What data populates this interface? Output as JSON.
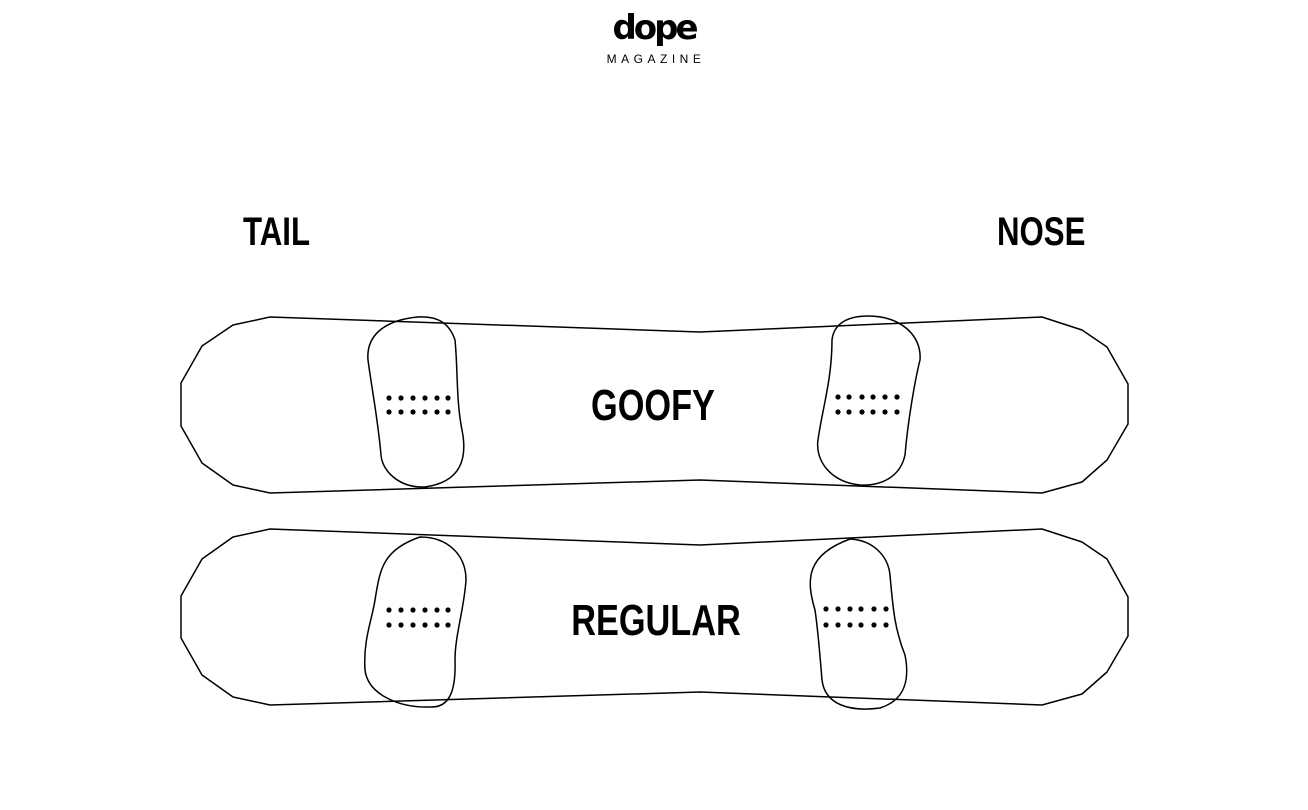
{
  "header": {
    "logo_text": "dope",
    "subtitle": "MAGAZINE"
  },
  "labels": {
    "tail": "TAIL",
    "nose": "NOSE"
  },
  "boards": [
    {
      "stance": "GOOFY",
      "inserts_per_binding": 12,
      "insert_rows": 2,
      "insert_cols": 6
    },
    {
      "stance": "REGULAR",
      "inserts_per_binding": 12,
      "insert_rows": 2,
      "insert_cols": 6
    }
  ],
  "colors": {
    "background": "#ffffff",
    "stroke": "#000000",
    "text": "#000000"
  }
}
